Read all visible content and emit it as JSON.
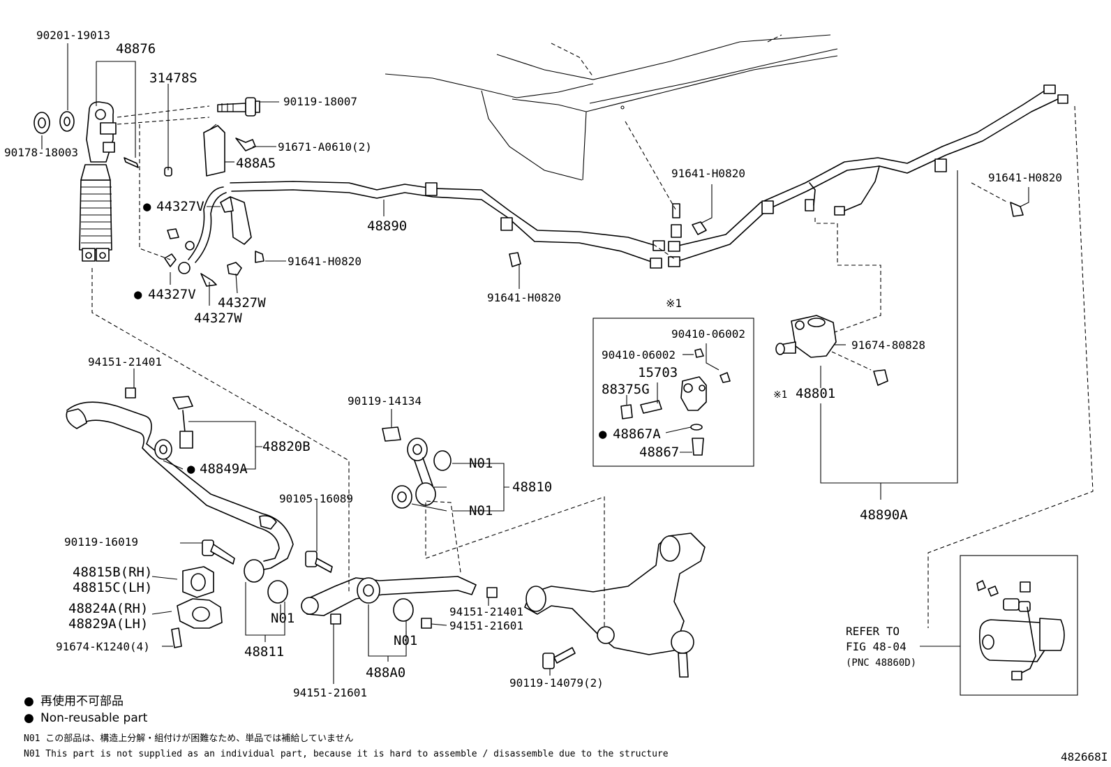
{
  "figure_id": "482668I",
  "markers": {
    "bullet": "●",
    "ref_mark": "※1",
    "ref_mark_short": "※1"
  },
  "labels": {
    "p90201_19013": "90201-19013",
    "p48876": "48876",
    "p31478S": "31478S",
    "p90178_18003": "90178-18003",
    "p90119_18007": "90119-18007",
    "p91671_A0610": "91671-A0610(2)",
    "p488A5": "488A5",
    "p44327V_a": "44327V",
    "p44327V_b": "44327V",
    "p44327W_a": "44327W",
    "p44327W_b": "44327W",
    "p48890": "48890",
    "p91641_H0820_a": "91641-H0820",
    "p91641_H0820_b": "91641-H0820",
    "p91641_H0820_c": "91641-H0820",
    "p91641_H0820_d": "91641-H0820",
    "p90410_06002_a": "90410-06002",
    "p90410_06002_b": "90410-06002",
    "p15703": "15703",
    "p88375G": "88375G",
    "p48867A": "48867A",
    "p48867": "48867",
    "p91674_80828": "91674-80828",
    "p48801": "48801",
    "p48890A": "48890A",
    "p94151_21401_a": "94151-21401",
    "p48820B": "48820B",
    "p48849A": "48849A",
    "p90119_14134": "90119-14134",
    "pN01_a": "N01",
    "pN01_b": "N01",
    "pN01_c": "N01",
    "pN01_d": "N01",
    "p48810": "48810",
    "p90105_16089": "90105-16089",
    "p90119_16019": "90119-16019",
    "p48815B": "48815B(RH)",
    "p48815C": "48815C(LH)",
    "p48824A": "48824A(RH)",
    "p48829A": "48829A(LH)",
    "p91674_K1240": "91674-K1240(4)",
    "p48811": "48811",
    "p94151_21401_b": "94151-21401",
    "p94151_21601_a": "94151-21601",
    "p94151_21601_b": "94151-21601",
    "p488A0": "488A0",
    "p90119_14079": "90119-14079(2)",
    "refer_1": "REFER TO",
    "refer_2": "FIG 48-04",
    "refer_3": "(PNC 48860D)"
  },
  "legend": {
    "ja": "再使用不可部品",
    "en": "Non-reusable part"
  },
  "notes": {
    "n01_ja": "N01 この部品は、構造上分解・組付けが困難なため、単品では補給していません",
    "n01_en": "N01 This part is not supplied as an individual part, because it is hard to assemble / disassemble due to the structure"
  }
}
